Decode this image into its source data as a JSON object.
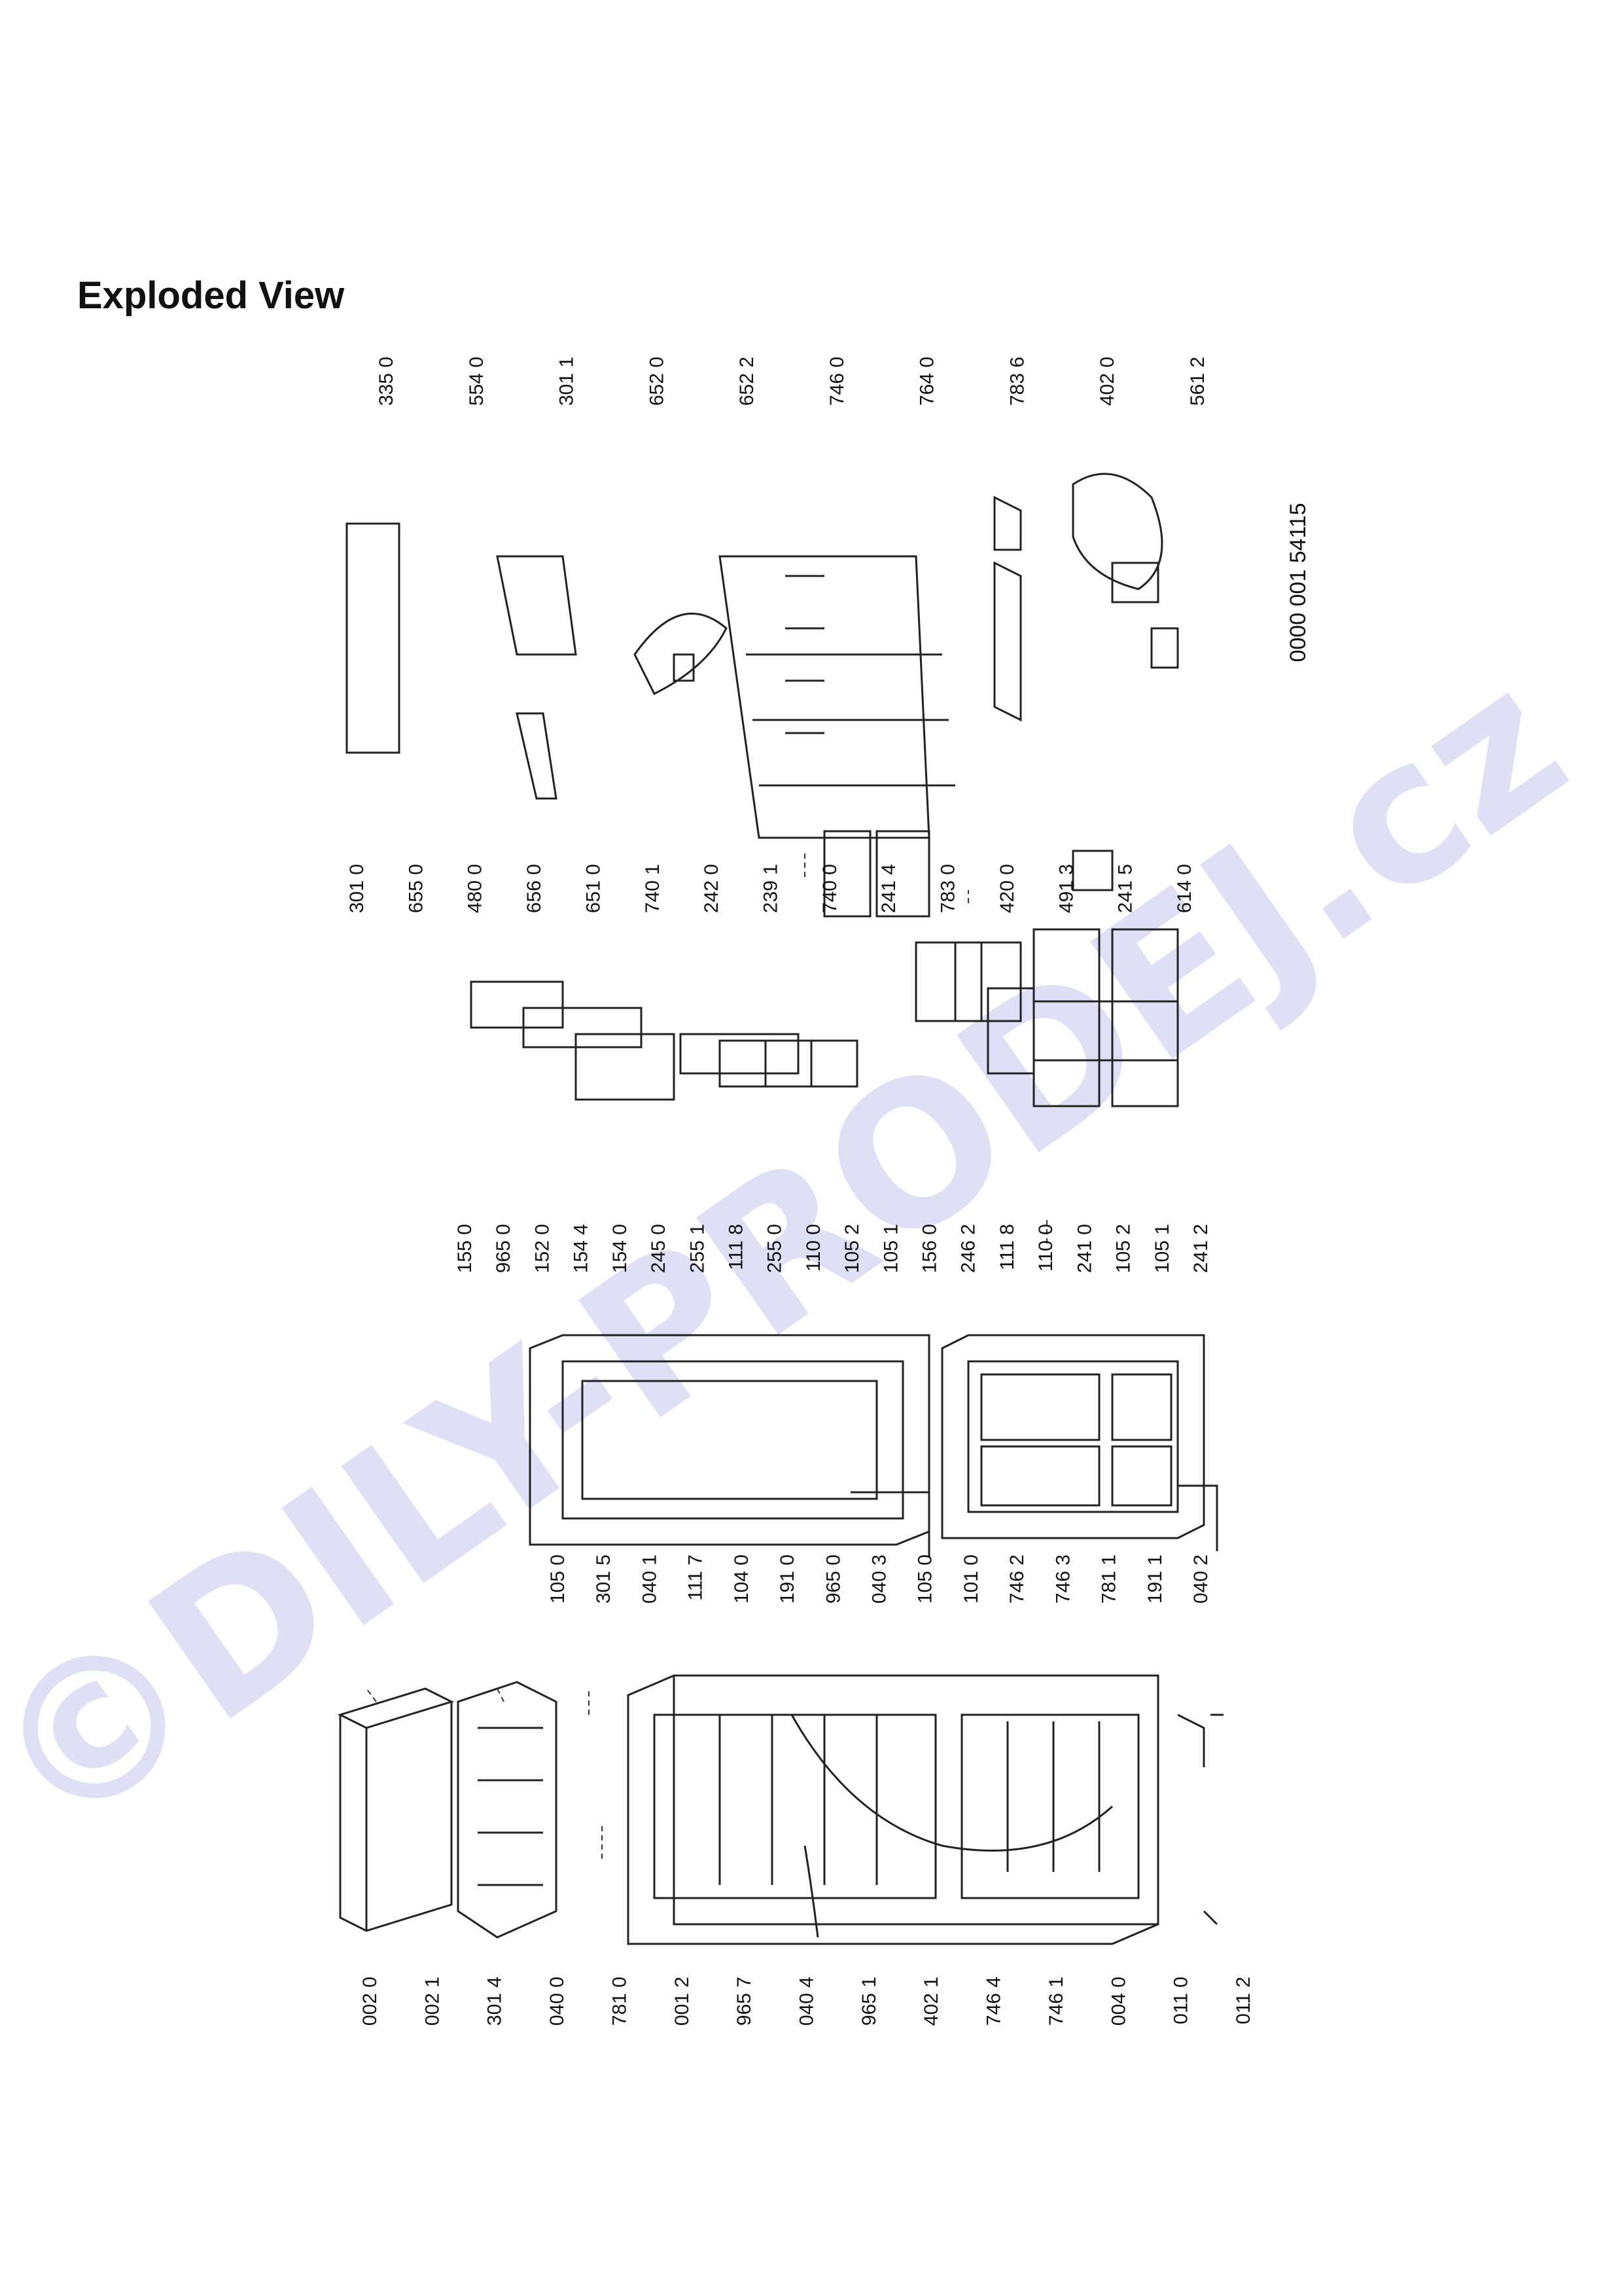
{
  "page": {
    "title": "Exploded View",
    "drawing_code": "0000 001 54115",
    "watermark": "©DILY-PRODEJ.cz"
  },
  "col_left": [
    "002 0",
    "002 1",
    "301 4",
    "040 0",
    "781 0",
    "001 2",
    "965 7",
    "040 4",
    "965 1",
    "402 1",
    "746 4",
    "746 1",
    "004 0",
    "011 0",
    "011 2"
  ],
  "col_door": [
    "105 0",
    "301 5",
    "040 1",
    "111 7",
    "104 0",
    "191 0",
    "965 0",
    "040 3",
    "105 0",
    "101 0",
    "746 2",
    "746 3",
    "781 1",
    "191 1",
    "040 2"
  ],
  "col_shelf": [
    "155 0",
    "965 0",
    "152 0",
    "154 4",
    "154 0",
    "245 0",
    "255 1",
    "111 8",
    "255 0",
    "110 0",
    "105 2",
    "105 1",
    "156 0",
    "246 2",
    "111 8",
    "110 0",
    "241 0",
    "105 2",
    "105 1",
    "241 2"
  ],
  "col_right": [
    "301 0",
    "655 0",
    "480 0",
    "656 0",
    "651 0",
    "740 1",
    "242 0",
    "239 1",
    "740 0",
    "241 4",
    "783 0",
    "420 0",
    "491 3",
    "241 5",
    "614 0"
  ],
  "col_top": [
    "335 0",
    "554 0",
    "301 1",
    "652 0",
    "652 2",
    "746 0",
    "764 0",
    "783 6",
    "402 0",
    "561 2"
  ]
}
